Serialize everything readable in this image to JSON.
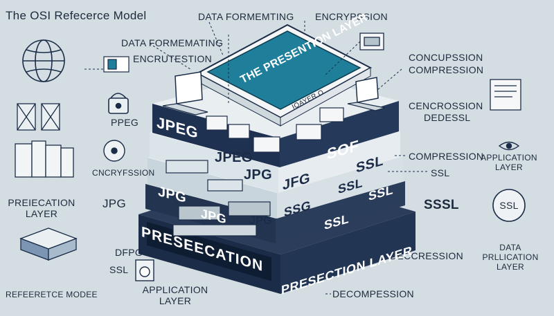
{
  "title": "The OSI Refecerce Model",
  "top_labels": {
    "data_formatting_top": "DATA FORMEMTING",
    "encryption_top": "ENCRYPSSION",
    "data_formatting_left": "DATA FORMEMATING",
    "encryption_left": "ENCRUTESTION"
  },
  "screen_title": "THE PRESENTION LAYER",
  "screen_footer": "IOAYER O",
  "right_labels": {
    "compression_1": "CONCUPSSION",
    "compression_2": "COMPRESSION",
    "decompression_1": "CENCROSSION",
    "decompression_2": "DEDESSL",
    "compression_3": "COMPRESSION",
    "ssl": "SSL",
    "application_layer_1": "APPLICATION",
    "application_layer_2": "LAYER",
    "ssl_badge_1": "SSSL",
    "ssl_badge_2": "SSL",
    "decompression_3": "DECCRESSION",
    "data_application_1": "DATA",
    "data_application_2": "PRLLICATION",
    "data_application_3": "LAYER",
    "decompression_4": "DECOMPESSION"
  },
  "left_labels": {
    "ppeg": "PPEG",
    "encryption": "CNCRYFSSION",
    "presentation_layer_1": "PREIECATION",
    "presentation_layer_2": "LAYER",
    "jpg": "JPG",
    "dfpg": "DFPG",
    "ssl": "SSL",
    "reference_model": "REFEERETCE MODEE",
    "application_1": "APPLICATION",
    "application_2": "LAYER"
  },
  "tier_labels": {
    "t1": [
      "JPEG",
      "SOF"
    ],
    "t2": [
      "JPEG",
      "JPG",
      "JFG",
      "SSL"
    ],
    "t3": [
      "JPG",
      "JPG",
      "SSG",
      "SSL",
      "SSL"
    ],
    "t4": [
      "JPG",
      "SSL"
    ]
  },
  "base_label_front": "PRESEECATION",
  "base_label_right": "PRESECTION LAYER",
  "colors": {
    "background": "#d3dde2",
    "navy": "#1b2c48",
    "teal": "#1f7f9a",
    "light_tier": "#e6ecee",
    "ink": "#1c2a3c"
  }
}
